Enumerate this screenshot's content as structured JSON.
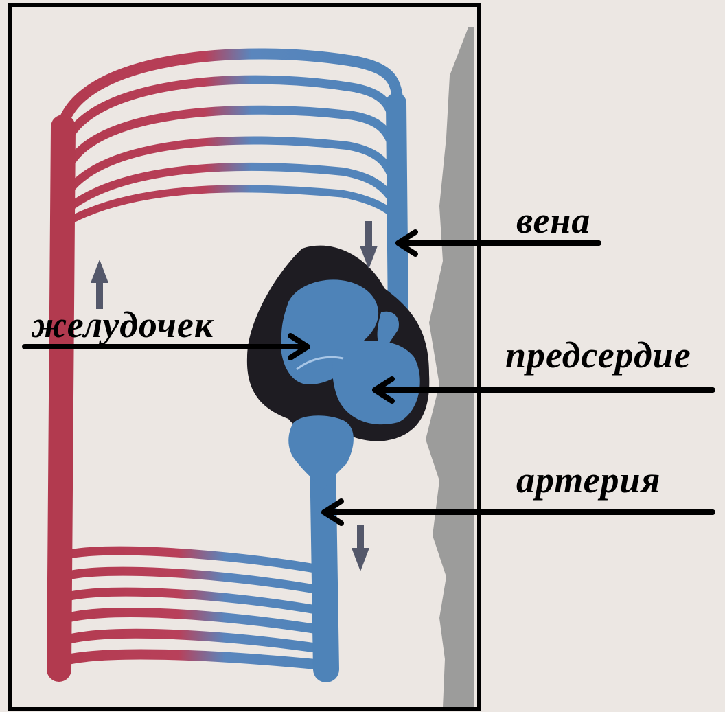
{
  "labels": {
    "vein": "вена",
    "ventricle": "желудочек",
    "atrium": "предсердие",
    "artery": "артерия"
  },
  "colors": {
    "background": "#ece7e3",
    "frame": "#000000",
    "oxygen_poor": "#4e83b8",
    "oxygen_rich": "#b23a4f",
    "heart_wall": "#1e1c22",
    "shadow": "#8e8e8e"
  }
}
